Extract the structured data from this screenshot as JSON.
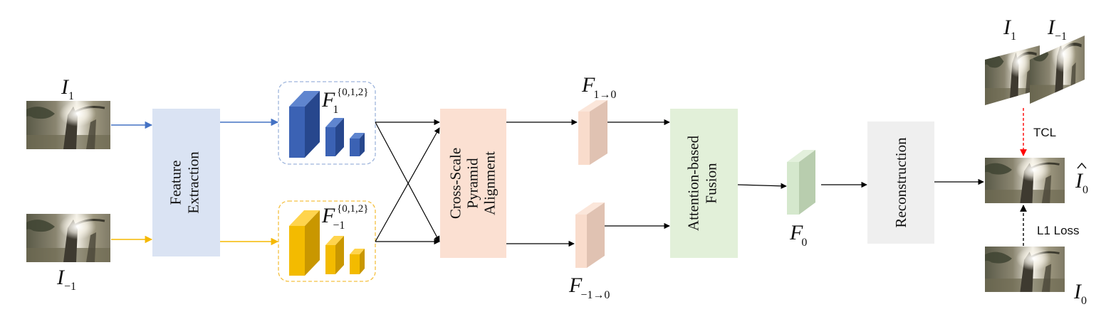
{
  "inputs": {
    "i1": {
      "base": "I",
      "sub": "1"
    },
    "im1": {
      "base": "I",
      "sub": "−1"
    },
    "i0": {
      "base": "I",
      "sub": "0"
    },
    "i0hat": {
      "base": "I",
      "sub": "0"
    }
  },
  "blocks": {
    "feature_extraction": [
      "Feature",
      "Extraction"
    ],
    "alignment": [
      "Cross-Scale",
      "Pyramid",
      "Alignment"
    ],
    "fusion": [
      "Attention-based",
      "Fusion"
    ],
    "reconstruction": "Reconstruction"
  },
  "features": {
    "f1": {
      "base": "F",
      "sub": "1",
      "sup": "{0,1,2}"
    },
    "fm1": {
      "base": "F",
      "sub": "−1",
      "sup": "{0,1,2}"
    },
    "f10": {
      "base": "F",
      "sub": "1→0"
    },
    "fm10": {
      "base": "F",
      "sub": "−1→0"
    },
    "f0": {
      "base": "F",
      "sub": "0"
    }
  },
  "losses": {
    "tcl": "TCL",
    "l1": "L1 Loss"
  },
  "colors": {
    "blue_path": "#4472c4",
    "yellow_path": "#f5b800",
    "blue_cube": "#3b62b4",
    "yellow_cube": "#f3bb00",
    "feature_extraction_fill": "#dae3f3",
    "alignment_fill": "#fbe0d2",
    "fusion_fill": "#e2f0d9",
    "reconstruction_fill": "#efefef",
    "aligned_feature_fill": "#f9dccc",
    "fused_feature_fill": "#d5e8cd",
    "tcl_arrow": "#ff0000"
  }
}
